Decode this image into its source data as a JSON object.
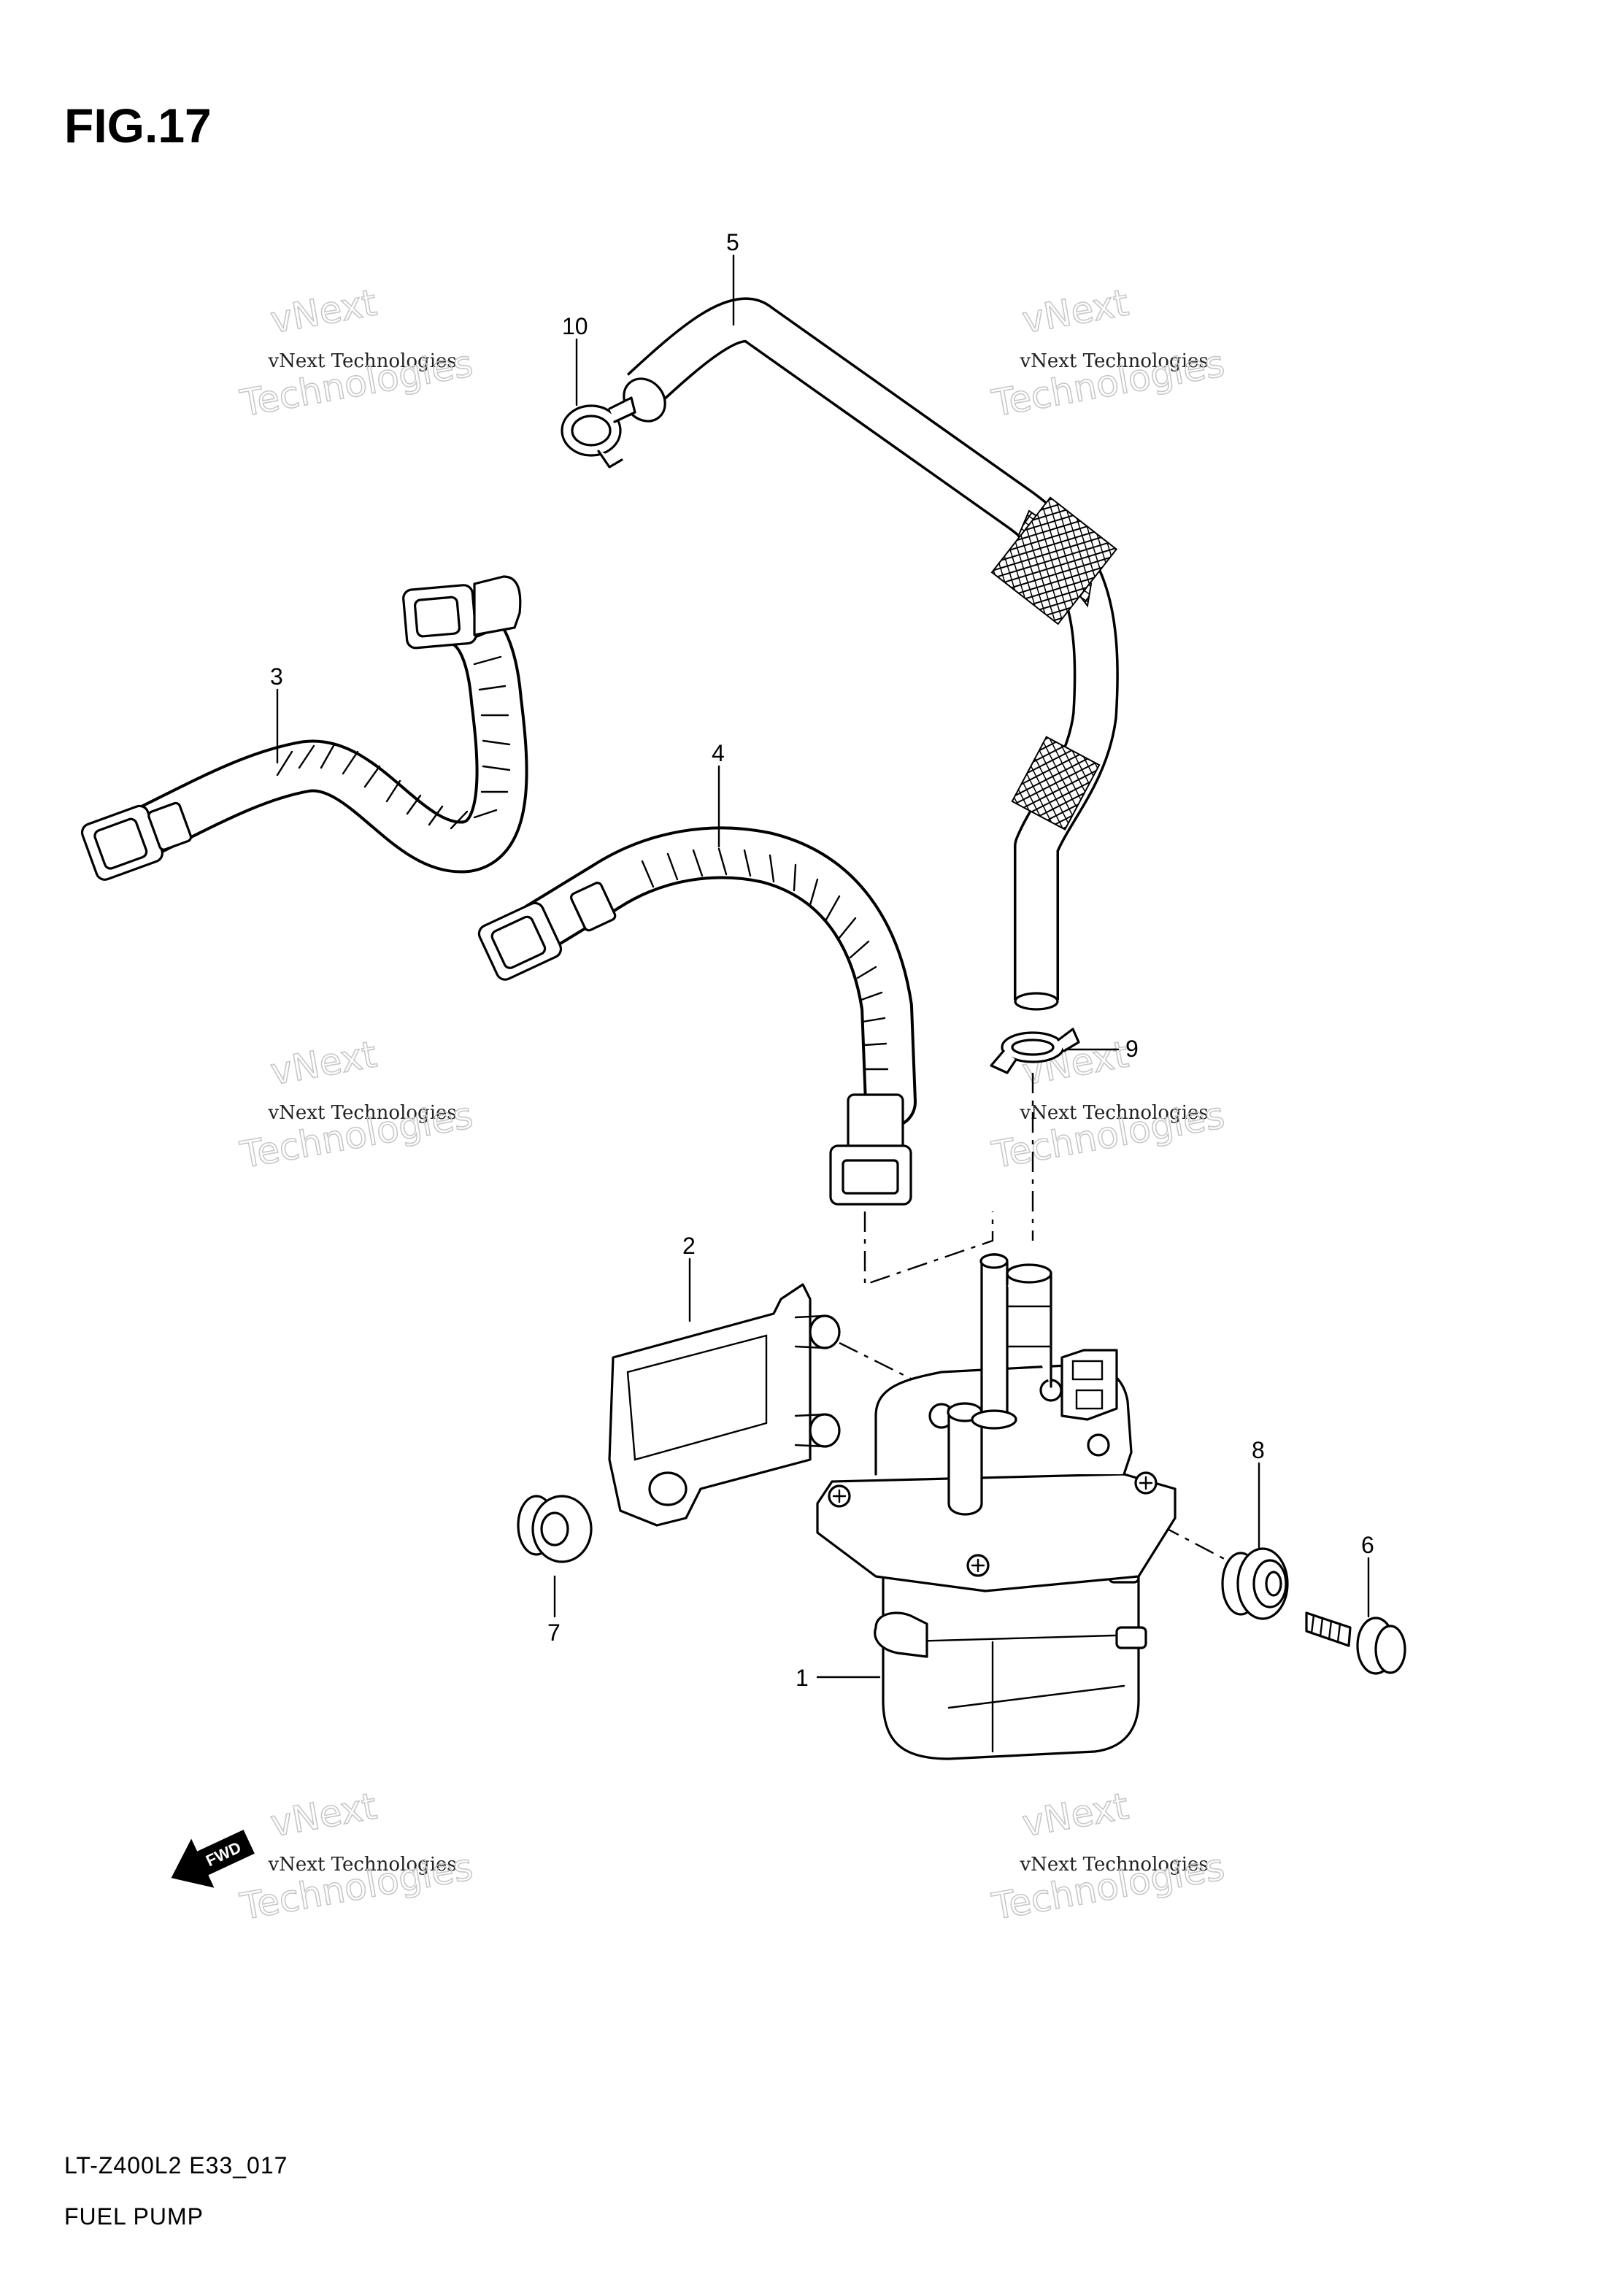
{
  "figure": {
    "title": "FIG.17"
  },
  "callouts": [
    "1",
    "2",
    "3",
    "4",
    "5",
    "6",
    "7",
    "8",
    "9",
    "10"
  ],
  "watermark": {
    "line1": "vNext",
    "line2": "vNext Technologies",
    "line3": "Technologies"
  },
  "fwd_label": "FWD",
  "footer": {
    "model_code": "LT-Z400L2  E33_017",
    "section": "FUEL PUMP"
  }
}
